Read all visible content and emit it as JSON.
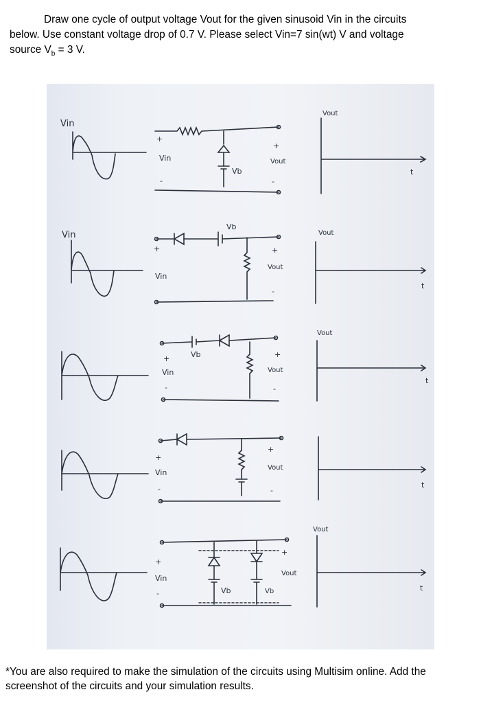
{
  "instructions": {
    "line1": "Draw one cycle of output voltage Vout for the given sinusoid Vin in the circuits",
    "line2": "below. Use constant voltage drop of 0.7 V. Please select Vin=7 sin(wt) V and voltage",
    "line3_pre": "source V",
    "line3_sub": "b",
    "line3_post": " = 3 V."
  },
  "photo": {
    "circuits": [
      {
        "vin_label": "Vin",
        "input_label": "Vin",
        "source_label": "Vb",
        "output_label": "Vout",
        "graph_label": "Vout",
        "axis_label": "t",
        "plus": "+",
        "minus": "-"
      },
      {
        "vin_label": "Vin",
        "input_label": "Vin",
        "source_label": "Vb",
        "output_label": "Vout",
        "graph_label": "Vout",
        "axis_label": "t",
        "plus": "+",
        "minus": "-"
      },
      {
        "input_label": "Vin",
        "source_label": "Vb",
        "output_label": "Vout",
        "graph_label": "Vout",
        "axis_label": "t",
        "plus": "+",
        "minus": "-"
      },
      {
        "input_label": "Vin",
        "output_label": "Vout",
        "axis_label": "t",
        "plus": "+",
        "minus": "-"
      },
      {
        "input_label": "Vin",
        "source_label_1": "Vb",
        "source_label_2": "Vb",
        "output_label": "Vout",
        "graph_label": "Vout",
        "axis_label": "t",
        "plus": "+",
        "minus": "-"
      }
    ]
  },
  "footer": {
    "text": "*You are also required to make the simulation of the circuits using Multisim online. Add the screenshot of the circuits and your simulation results."
  }
}
